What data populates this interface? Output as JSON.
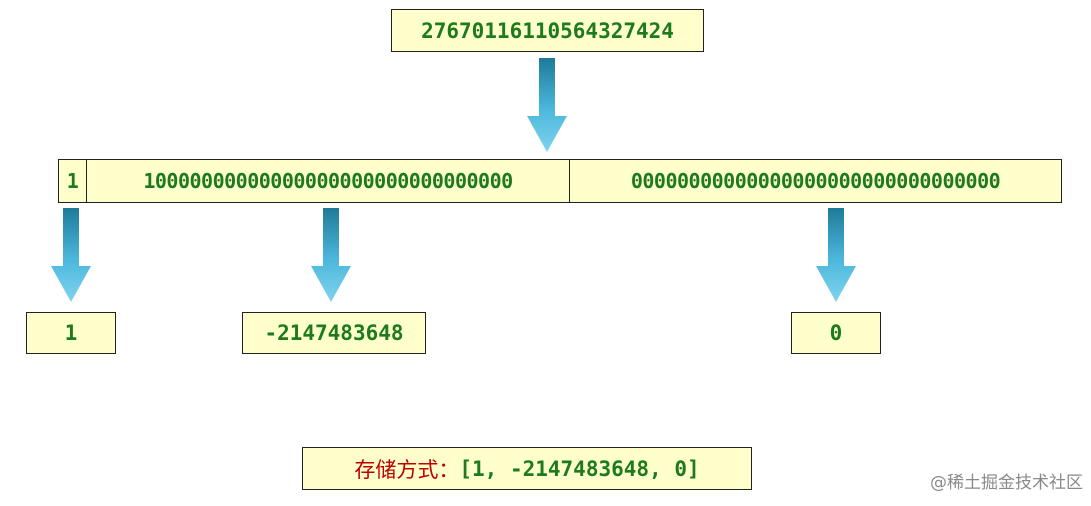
{
  "input_value": "27670116110564327424",
  "binary": {
    "bits": [
      "1",
      "10000000000000000000000000000000",
      "00000000000000000000000000000000"
    ]
  },
  "outputs": [
    "1",
    "-2147483648",
    "0"
  ],
  "storage": {
    "label": "存储方式：",
    "value": "[1, -2147483648, 0]"
  },
  "watermark": "@稀土掘金技术社区",
  "colors": {
    "box_fill": "#ffffcc",
    "number_text": "#1e7a1e",
    "label_text": "#c00000",
    "arrow": "#3fb3d9"
  },
  "icons": {
    "arrow": "down-arrow-icon"
  }
}
